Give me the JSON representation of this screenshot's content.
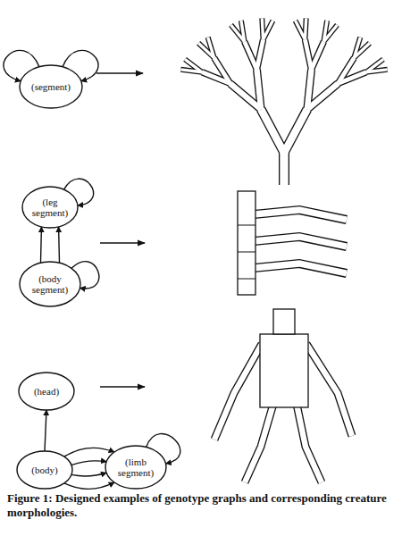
{
  "diagram": {
    "caption": "Figure 1: Designed examples of genotype graphs and corresponding creature morphologies.",
    "nodes": [
      {
        "text": [
          "(segment)"
        ]
      },
      {
        "text": [
          "(leg segment)"
        ]
      },
      {
        "text": [
          "(body segment)"
        ]
      },
      {
        "text": [
          "(head)"
        ]
      },
      {
        "text": [
          "(body)"
        ]
      },
      {
        "text": [
          "(limb segment)"
        ]
      }
    ],
    "edges": [
      {
        "from": 0,
        "to": 0,
        "arrow": "to"
      },
      {
        "from": 0,
        "to": 0,
        "arrow": "to"
      },
      {
        "from": 1,
        "to": 1,
        "arrow": "to"
      },
      {
        "from": 2,
        "to": 1,
        "arrow": "to"
      },
      {
        "from": 2,
        "to": 1,
        "arrow": "to"
      },
      {
        "from": 2,
        "to": 2,
        "arrow": "to"
      },
      {
        "from": 4,
        "to": 3,
        "arrow": "to"
      },
      {
        "from": 4,
        "to": 5,
        "arrow": "to"
      },
      {
        "from": 4,
        "to": 5,
        "arrow": "to"
      },
      {
        "from": 4,
        "to": 5,
        "arrow": "to"
      },
      {
        "from": 4,
        "to": 5,
        "arrow": "to"
      },
      {
        "from": 5,
        "to": 5,
        "arrow": "to"
      }
    ]
  }
}
